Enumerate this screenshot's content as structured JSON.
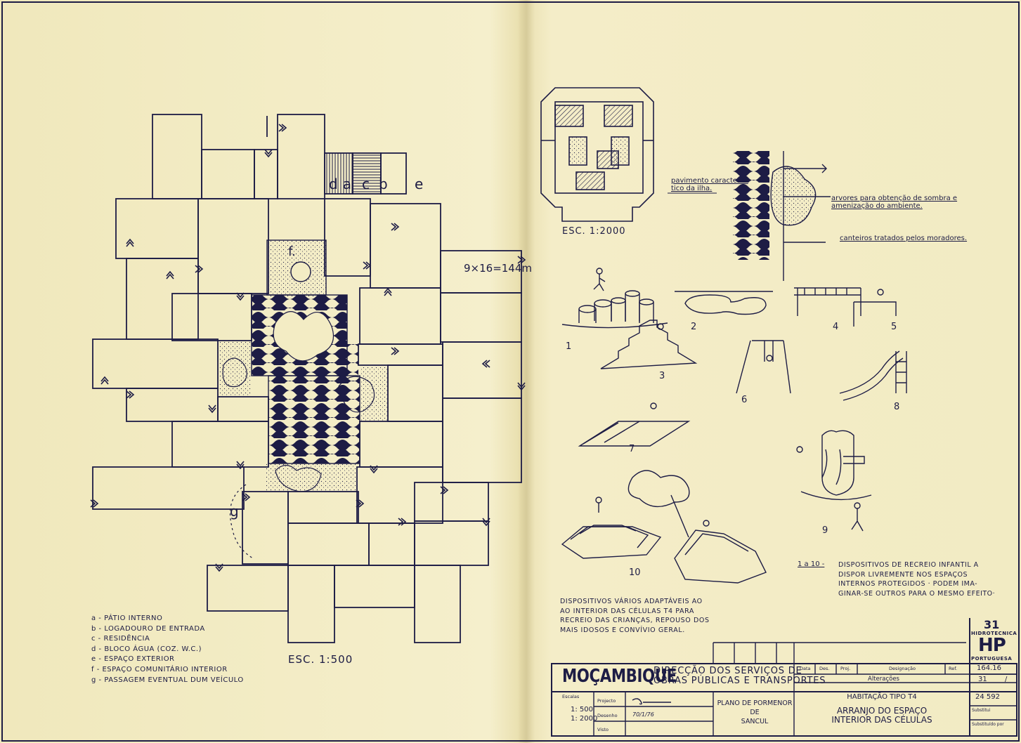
{
  "plan": {
    "scale_label": "ESC. 1:500",
    "area_label": "9×16=144m",
    "court_labels": [
      "d",
      "a",
      "c",
      "b",
      "e"
    ],
    "letter_f": "f.",
    "letter_g": "g",
    "legend": [
      "a - PÁTIO INTERNO",
      "b - LOGADOURO DE ENTRADA",
      "c - RESIDÊNCIA",
      "d - BLOCO ÁGUA (COZ. W.C.)",
      "e - ESPAÇO EXTERIOR",
      "f - ESPAÇO COMUNITÁRIO INTERIOR",
      "g - PASSAGEM EVENTUAL DUM VEÍCULO"
    ]
  },
  "detail": {
    "scale_label": "ESC. 1:2000",
    "annotation_pavimento": [
      "pavimento caracterís-",
      "tico da ilha."
    ],
    "annotation_arvores": [
      "arvores para obtenção de sombra e",
      "amenização do ambiente."
    ],
    "annotation_canteiros": "canteiros tratados pelos moradores."
  },
  "playground": {
    "numbers": [
      "1",
      "2",
      "3",
      "4",
      "5",
      "6",
      "7",
      "8",
      "9",
      "10"
    ],
    "note_left": [
      "DISPOSITIVOS VÁRIOS ADAPTÁVEIS AO",
      "AO INTERIOR DAS CÉLULAS T4 PARA",
      "RECREIO DAS CRIANÇAS, REPOUSO DOS",
      "MAIS IDOSOS E CONVÍVIO GERAL."
    ],
    "note_right_key": "1 a 10 -",
    "note_right": [
      "DISPOSITIVOS DE RECREIO INFANTIL A",
      "DISPOR LIVREMENTE NOS ESPAÇOS",
      "INTERNOS PROTEGIDOS · PODEM IMA-",
      "GINAR-SE OUTROS PARA O MESMO EFEITO·"
    ]
  },
  "title_block": {
    "sheet_no": "31",
    "company_top": "HIDROTECNICA",
    "company_logo": "HP",
    "company_bottom": "PORTUGUESA",
    "country": "MOÇAMBIQUE",
    "authority": [
      "DIRECÇÃO DOS SERVIÇOS DE",
      "OBRAS PÚBLICAS E TRANSPORTES"
    ],
    "col_headers": [
      "Data",
      "Des.",
      "Proj.",
      "Designação",
      "Ref."
    ],
    "alteracoes": "Alterações",
    "ref_number": "164.16",
    "sheet_ref": "31",
    "sheet_ref_suffix": "/",
    "scales_label": "Escalas",
    "scales": [
      "1: 500",
      "1: 2000"
    ],
    "projecto_label": "Projecto",
    "desenho_label": "Desenho",
    "desenho_date": "70/1/76",
    "visto_label": "Visto",
    "plan_name": [
      "PLANO DE PORMENOR",
      "DE",
      "SANCUL"
    ],
    "project_title": "HABITAÇÃO TIPO T4",
    "drawing_title": [
      "ARRANJO DO ESPAÇO",
      "INTERIOR DAS CÉLULAS"
    ],
    "drawing_no": "24 592",
    "substitui_label": "Substitui",
    "substituido_label": "Substituído por"
  }
}
